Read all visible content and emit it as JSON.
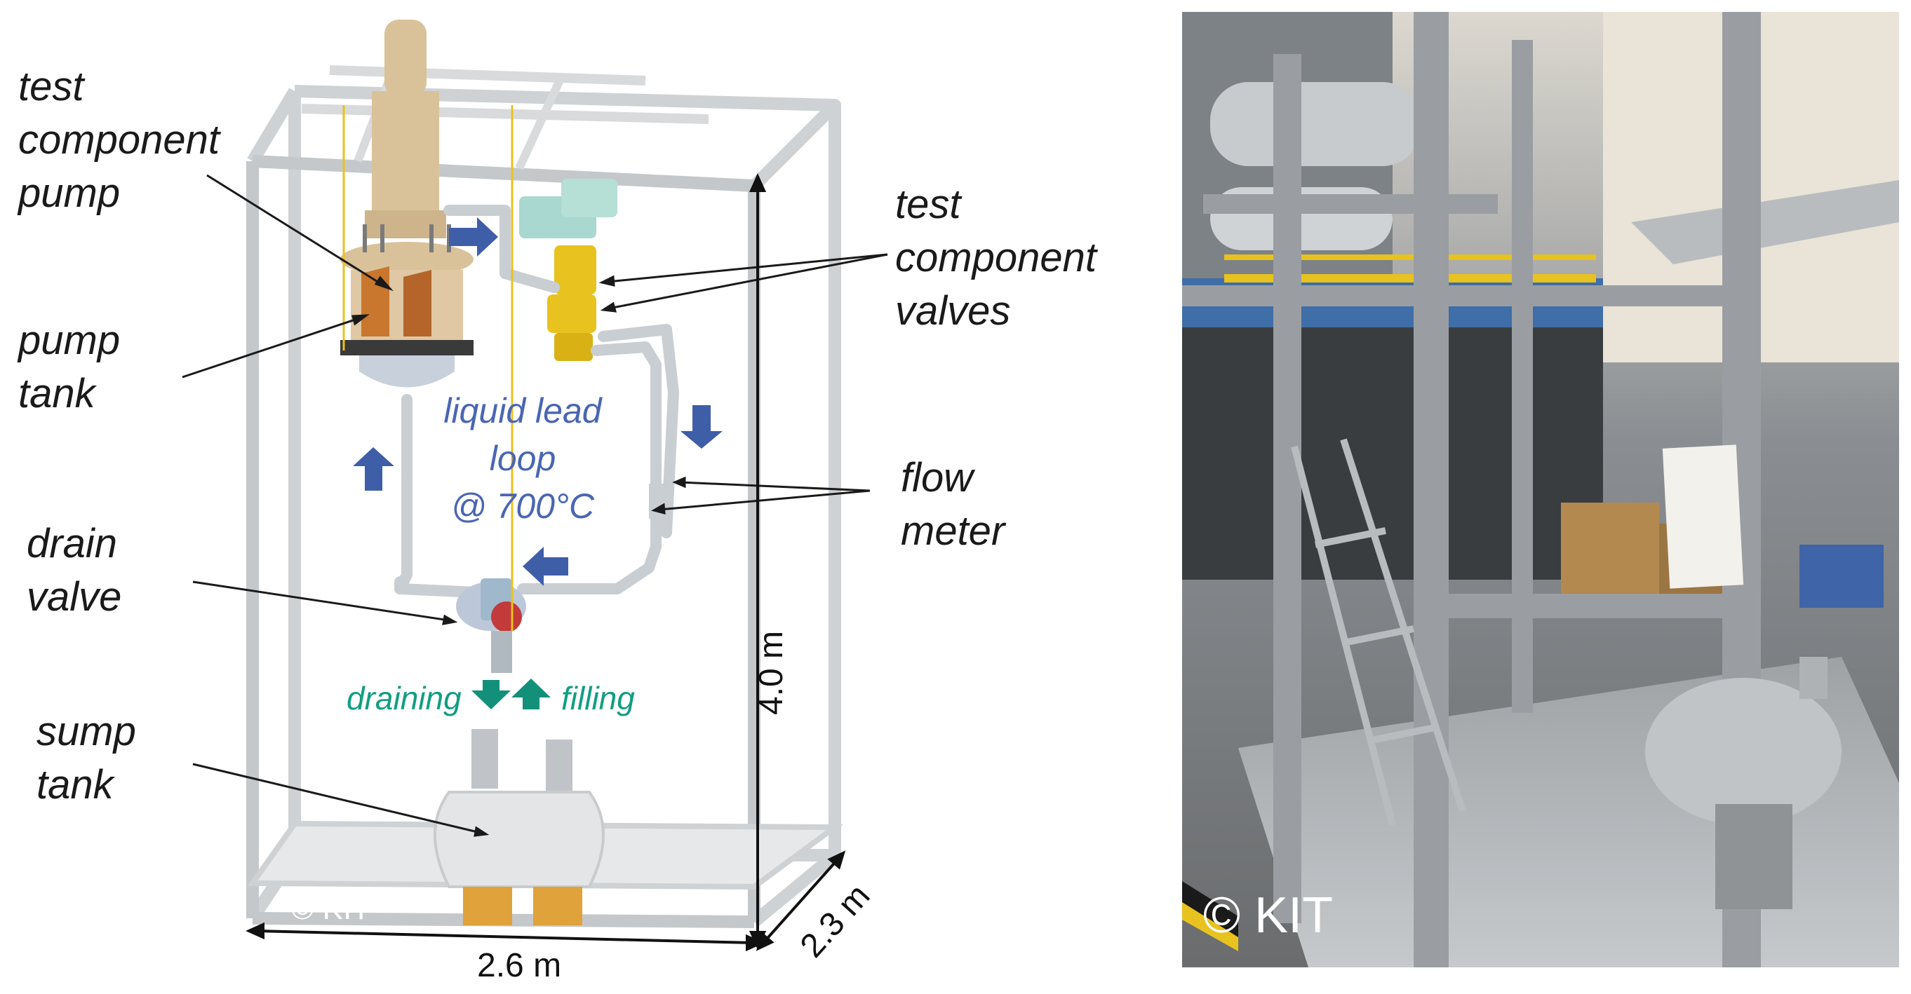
{
  "labels": {
    "test_component_pump": [
      "test",
      "component",
      "pump"
    ],
    "pump_tank": [
      "pump",
      "tank"
    ],
    "test_component_valves": [
      "test",
      "component",
      "valves"
    ],
    "flow_meter": [
      "flow",
      "meter"
    ],
    "drain_valve": [
      "drain",
      "valve"
    ],
    "sump_tank": [
      "sump",
      "tank"
    ],
    "loop_text": [
      "liquid lead",
      "loop",
      "@ 700°C"
    ],
    "draining": "draining",
    "filling": "filling"
  },
  "dimensions": {
    "height": "4.0 m",
    "width": "2.6 m",
    "depth": "2.3 m"
  },
  "copyright_diagram": "© KIT",
  "copyright_photo": "© KIT",
  "colors": {
    "frame": "#cfd2d4",
    "pump": "#d9c29a",
    "valves": "#e8c21e",
    "heater": "#c9772e",
    "flow_arrow": "#3f5ea8",
    "fill_arrow": "#12907a",
    "loop_text": "#4a66b3",
    "photo_frame": "#8e9296"
  }
}
